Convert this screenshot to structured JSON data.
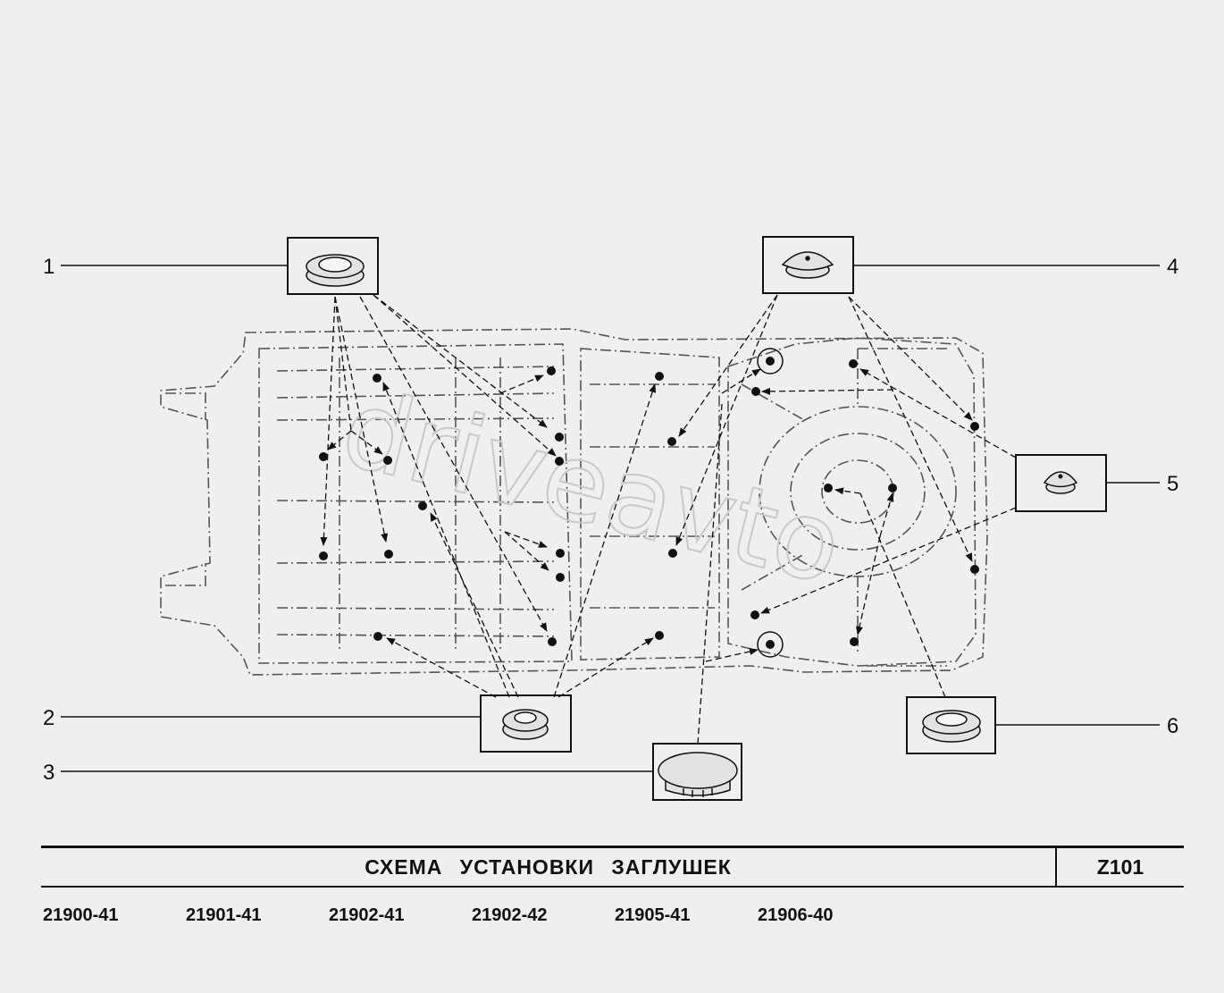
{
  "callouts": [
    {
      "num": "1",
      "part_icon": "grommet-ring-large"
    },
    {
      "num": "2",
      "part_icon": "grommet-ring"
    },
    {
      "num": "3",
      "part_icon": "flat-cap-plug"
    },
    {
      "num": "4",
      "part_icon": "dome-plug"
    },
    {
      "num": "5",
      "part_icon": "small-dome-plug"
    },
    {
      "num": "6",
      "part_icon": "grommet-ring-flat"
    }
  ],
  "watermark": "driveavto",
  "title": "СХЕМА   УСТАНОВКИ   ЗАГЛУШЕК",
  "code": "Z101",
  "models": [
    "21900-41",
    "21901-41",
    "21902-41",
    "21902-42",
    "21905-41",
    "21906-40"
  ],
  "colors": {
    "background": "#efefef",
    "ink": "#111111",
    "watermark": "#c9c9c9"
  }
}
